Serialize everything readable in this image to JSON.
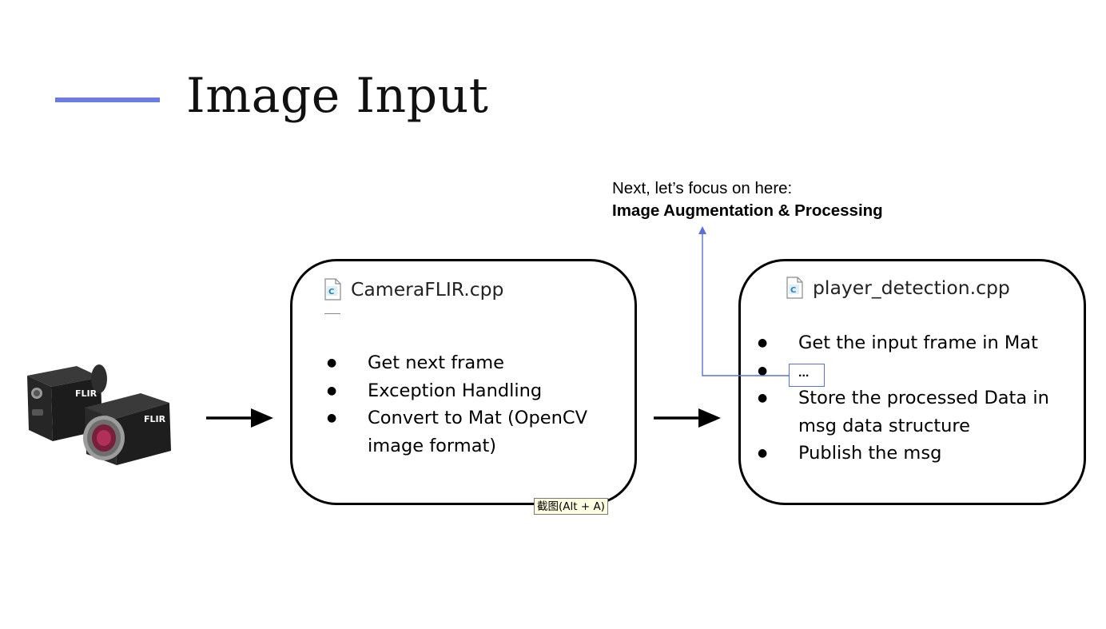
{
  "slide": {
    "title": "Image Input",
    "accent_color": "#6b7de0"
  },
  "note": {
    "line1": "Next, let’s focus on here:",
    "line2": "Image Augmentation & Processing"
  },
  "camera": {
    "icon": "flir-camera-image",
    "logo_text": "FLIR"
  },
  "box1": {
    "file_icon": "cpp-file-icon",
    "filename": "CameraFLIR.cpp",
    "items": [
      "Get next frame",
      "Exception Handling",
      "Convert to Mat (OpenCV image format)"
    ]
  },
  "box2": {
    "file_icon": "cpp-file-icon",
    "filename": "player_detection.cpp",
    "items": [
      "Get the input frame in Mat",
      "",
      "Store the processed Data in msg data structure",
      "Publish the msg"
    ],
    "placeholder": "..."
  },
  "tooltip": {
    "text": "截图(Alt + A)"
  },
  "colors": {
    "connector": "#5b6fd8",
    "tooltip_bg": "#ffffe1"
  }
}
